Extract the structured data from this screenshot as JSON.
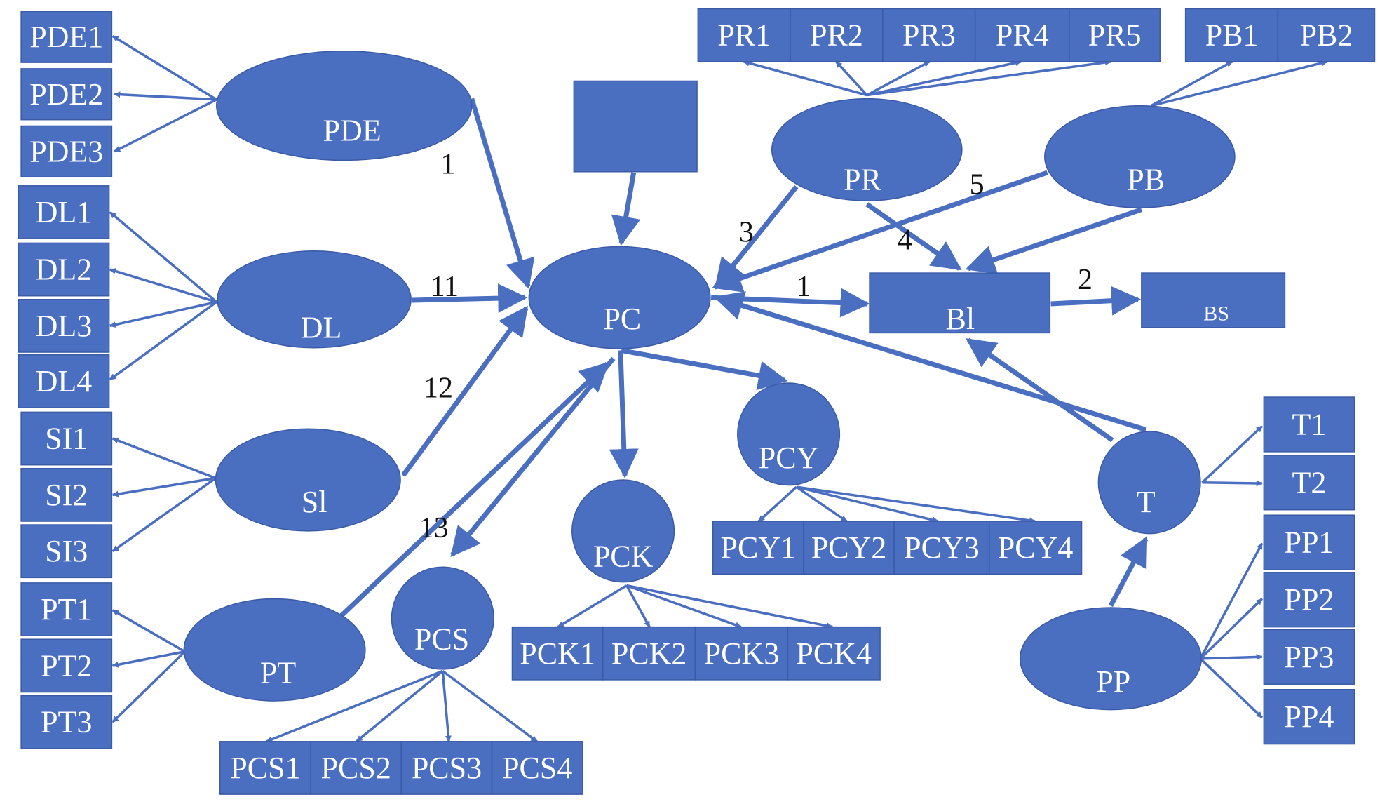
{
  "diagram": {
    "colors": {
      "node": "#4a6ec0",
      "node_text": "#ffffff",
      "edge": "#4a6ec0",
      "number_text": "#111111"
    },
    "latents": [
      {
        "id": "PDE",
        "label": "PDE",
        "shape": "ellipse"
      },
      {
        "id": "DL",
        "label": "DL",
        "shape": "ellipse"
      },
      {
        "id": "SI",
        "label": "Sl",
        "shape": "ellipse"
      },
      {
        "id": "PT",
        "label": "PT",
        "shape": "ellipse"
      },
      {
        "id": "PC",
        "label": "PC",
        "shape": "ellipse"
      },
      {
        "id": "PR",
        "label": "PR",
        "shape": "ellipse"
      },
      {
        "id": "PB",
        "label": "PB",
        "shape": "ellipse"
      },
      {
        "id": "PP",
        "label": "PP",
        "shape": "ellipse"
      },
      {
        "id": "PCY",
        "label": "PCY",
        "shape": "circle"
      },
      {
        "id": "PCK",
        "label": "PCK",
        "shape": "circle"
      },
      {
        "id": "PCS",
        "label": "PCS",
        "shape": "circle"
      },
      {
        "id": "T",
        "label": "T",
        "shape": "circle"
      },
      {
        "id": "BI",
        "label": "Bl",
        "shape": "rect"
      },
      {
        "id": "BS",
        "label": "BS",
        "shape": "rect"
      },
      {
        "id": "BOX",
        "label": "",
        "shape": "rect"
      }
    ],
    "indicators": [
      {
        "id": "PDE1",
        "label": "PDE1"
      },
      {
        "id": "PDE2",
        "label": "PDE2"
      },
      {
        "id": "PDE3",
        "label": "PDE3"
      },
      {
        "id": "DL1",
        "label": "DL1"
      },
      {
        "id": "DL2",
        "label": "DL2"
      },
      {
        "id": "DL3",
        "label": "DL3"
      },
      {
        "id": "DL4",
        "label": "DL4"
      },
      {
        "id": "SI1",
        "label": "SI1"
      },
      {
        "id": "SI2",
        "label": "SI2"
      },
      {
        "id": "SI3",
        "label": "SI3"
      },
      {
        "id": "PT1",
        "label": "PT1"
      },
      {
        "id": "PT2",
        "label": "PT2"
      },
      {
        "id": "PT3",
        "label": "PT3"
      },
      {
        "id": "PR1",
        "label": "PR1"
      },
      {
        "id": "PR2",
        "label": "PR2"
      },
      {
        "id": "PR3",
        "label": "PR3"
      },
      {
        "id": "PR4",
        "label": "PR4"
      },
      {
        "id": "PR5",
        "label": "PR5"
      },
      {
        "id": "PB1",
        "label": "PB1"
      },
      {
        "id": "PB2",
        "label": "PB2"
      },
      {
        "id": "T1",
        "label": "T1"
      },
      {
        "id": "T2",
        "label": "T2"
      },
      {
        "id": "PP1",
        "label": "PP1"
      },
      {
        "id": "PP2",
        "label": "PP2"
      },
      {
        "id": "PP3",
        "label": "PP3"
      },
      {
        "id": "PP4",
        "label": "PP4"
      },
      {
        "id": "PCY1",
        "label": "PCY1"
      },
      {
        "id": "PCY2",
        "label": "PCY2"
      },
      {
        "id": "PCY3",
        "label": "PCY3"
      },
      {
        "id": "PCY4",
        "label": "PCY4"
      },
      {
        "id": "PCK1",
        "label": "PCK1"
      },
      {
        "id": "PCK2",
        "label": "PCK2"
      },
      {
        "id": "PCK3",
        "label": "PCK3"
      },
      {
        "id": "PCK4",
        "label": "PCK4"
      },
      {
        "id": "PCS1",
        "label": "PCS1"
      },
      {
        "id": "PCS2",
        "label": "PCS2"
      },
      {
        "id": "PCS3",
        "label": "PCS3"
      },
      {
        "id": "PCS4",
        "label": "PCS4"
      }
    ],
    "path_numbers": [
      {
        "id": "n_pde_pc",
        "text": "1"
      },
      {
        "id": "n_dl_pc",
        "text": "11"
      },
      {
        "id": "n_si_pc",
        "text": "12"
      },
      {
        "id": "n_pt_pc",
        "text": "13"
      },
      {
        "id": "n_pr_pc",
        "text": "3"
      },
      {
        "id": "n_pr_bi",
        "text": "4"
      },
      {
        "id": "n_pb_pc",
        "text": "5"
      },
      {
        "id": "n_pc_bi",
        "text": "1"
      },
      {
        "id": "n_bi_bs",
        "text": "2"
      }
    ]
  }
}
